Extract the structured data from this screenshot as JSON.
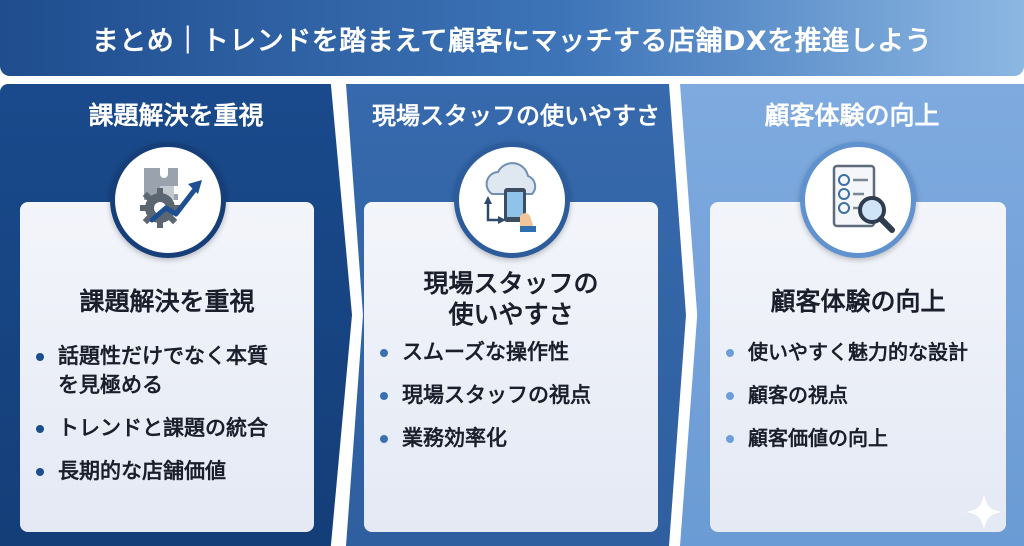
{
  "banner": {
    "title": "まとめ｜トレンドを踏まえて顧客にマッチする店舗DXを推進しよう"
  },
  "columns": [
    {
      "heading": "課題解決を重視",
      "icon": "puzzle-gear-growth-icon",
      "card_title": "課題解決を重視",
      "bullets": [
        "話題性だけでなく本質を見極める",
        "トレンドと課題の統合",
        "長期的な店舗価値"
      ]
    },
    {
      "heading": "現場スタッフの使いやすさ",
      "icon": "cloud-tablet-icon",
      "card_title_line1": "現場スタッフの",
      "card_title_line2": "使いやすさ",
      "bullets": [
        "スムーズな操作性",
        "現場スタッフの視点",
        "業務効率化"
      ]
    },
    {
      "heading": "顧客体験の向上",
      "icon": "survey-magnifier-icon",
      "card_title": "顧客体験の向上",
      "bullets": [
        "使いやすく魅力的な設計",
        "顧客の視点",
        "顧客価値の向上"
      ]
    }
  ],
  "colors": {
    "banner_start": "#1f4d8e",
    "banner_end": "#8cb7e3",
    "column_1": "#1a4a8c",
    "column_2": "#3669ad",
    "column_3": "#7eaadf",
    "card_bg": "#eef1f8"
  }
}
